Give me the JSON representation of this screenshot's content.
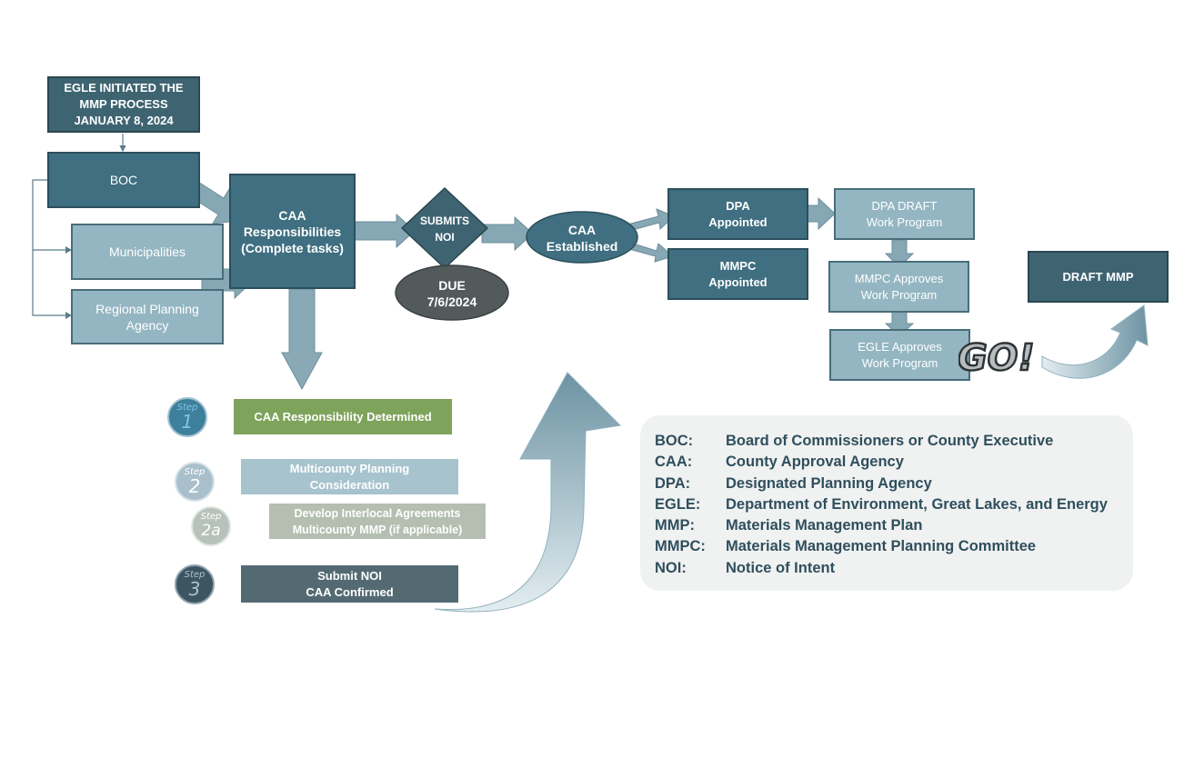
{
  "flow": {
    "egle_initiated": "EGLE INITIATED THE\nMMP PROCESS\nJANUARY 8, 2024",
    "boc": "BOC",
    "municipalities": "Municipalities",
    "regional_planning": "Regional Planning\nAgency",
    "caa_responsibilities": "CAA\nResponsibilities\n(Complete tasks)",
    "submits_noi": "SUBMITS\nNOI",
    "due": "DUE\n7/6/2024",
    "caa_established": "CAA\nEstablished",
    "dpa_appointed": "DPA\nAppointed",
    "mmpc_appointed": "MMPC\nAppointed",
    "dpa_draft": "DPA DRAFT\nWork Program",
    "mmpc_approves": "MMPC Approves\nWork Program",
    "egle_approves": "EGLE Approves\nWork Program",
    "draft_mmp": "DRAFT MMP",
    "go_text": "GO!"
  },
  "steps": [
    {
      "word": "Step",
      "number": "1",
      "label": "CAA Responsibility Determined",
      "color": "#7ea35b",
      "circle_color": "#3e7f9c"
    },
    {
      "word": "Step",
      "number": "2",
      "label": "Multicounty Planning\nConsideration",
      "color": "#a7c3cd",
      "circle_color": "#a9c0cc"
    },
    {
      "word": "Step",
      "number": "2a",
      "label": "Develop Interlocal Agreements\nMulticounty MMP (if applicable)",
      "color": "#b4beb1",
      "circle_color": "#b7c2bb"
    },
    {
      "word": "Step",
      "number": "3",
      "label": "Submit NOI\nCAA Confirmed",
      "color": "#546a73",
      "circle_color": "#3d5560"
    }
  ],
  "legend": [
    {
      "abbr": "BOC:",
      "meaning": "Board of Commissioners or County Executive"
    },
    {
      "abbr": "CAA:",
      "meaning": "County Approval Agency"
    },
    {
      "abbr": "DPA:",
      "meaning": "Designated Planning Agency"
    },
    {
      "abbr": "EGLE:",
      "meaning": "Department of Environment, Great Lakes, and Energy"
    },
    {
      "abbr": "MMP:",
      "meaning": "Materials Management Plan"
    },
    {
      "abbr": "MMPC:",
      "meaning": "Materials Management Planning Committee"
    },
    {
      "abbr": "NOI:",
      "meaning": "Notice of Intent"
    }
  ],
  "colors": {
    "dark_box": "#3e6472",
    "teal_box": "#3f6f80",
    "light_box": "#94b6c2",
    "arrow": "#7c9eab",
    "legend_bg": "#f0f1f1",
    "legend_text": "#2f4f5d"
  }
}
